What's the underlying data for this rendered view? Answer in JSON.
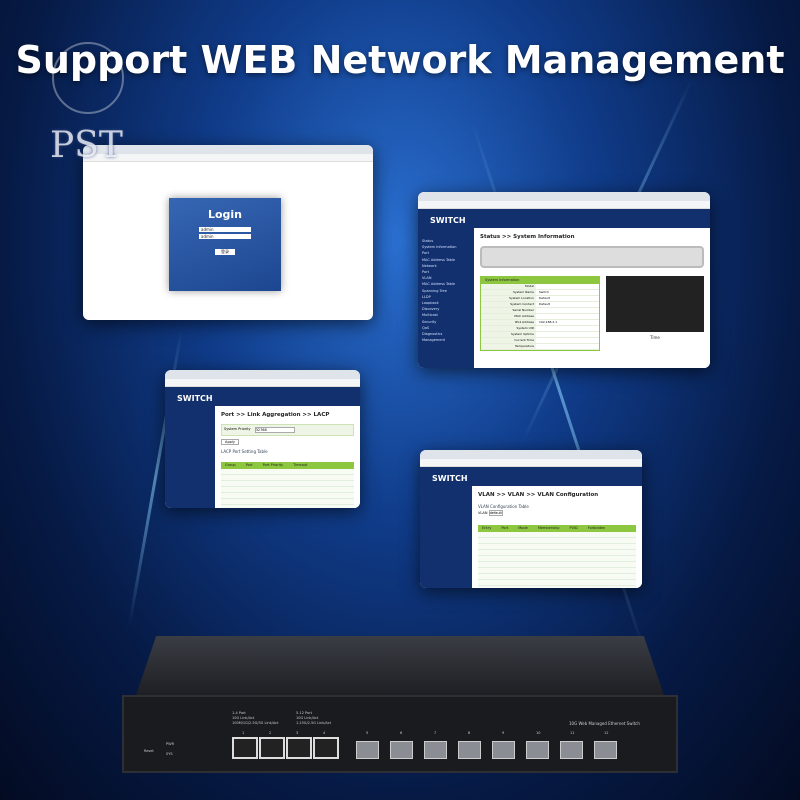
{
  "headline": "Support WEB Network Management",
  "watermark": "PST",
  "login_window": {
    "title": "Login",
    "username": "admin",
    "password": "admin",
    "button": "登录"
  },
  "system_window": {
    "brand": "SWITCH",
    "breadcrumb": "Status >> System Information",
    "panel_title": "System Information",
    "fields": [
      "Model",
      "System Name",
      "System Location",
      "System Contact",
      "Serial Number",
      "MAC Address",
      "IPv4 Address",
      "System UID",
      "System Uptime",
      "Current Time",
      "Temperature"
    ],
    "values": [
      "",
      "Switch",
      "Default",
      "Default",
      "",
      "",
      "192.168.2.1",
      "",
      "",
      "",
      ""
    ],
    "sidebar": [
      "Status",
      "System Information",
      "Port",
      "MAC Address Table",
      "Network",
      "Port",
      "VLAN",
      "MAC Address Table",
      "Spanning Tree",
      "LLDP",
      "Loopback",
      "Discovery",
      "Multicast",
      "Security",
      "QoS",
      "Diagnostics",
      "Management"
    ],
    "chart_xlabel": "Time"
  },
  "lacp_window": {
    "brand": "SWITCH",
    "breadcrumb": "Port >> Link Aggregation >> LACP",
    "system_priority_label": "System Priority",
    "system_priority": "32768",
    "apply": "Apply",
    "table_title": "LACP Port Setting Table",
    "columns": [
      "Group",
      "Port",
      "Port Priority",
      "Timeout"
    ]
  },
  "vlan_window": {
    "brand": "SWITCH",
    "breadcrumb": "VLAN >> VLAN >> VLAN Configuration",
    "table_title": "VLAN Configuration Table",
    "vlan_label": "VLAN",
    "vlan_value": "default",
    "columns": [
      "Entry",
      "Port",
      "Mode",
      "Membership",
      "PVID",
      "Forbidden"
    ]
  },
  "device": {
    "model": "10G Web Managed Ethernet Switch",
    "reset": "Reset",
    "pwr": "PWR",
    "sys": "SYS",
    "legend_a_title": "1-4 Port",
    "legend_a": [
      "10G Link/Act",
      "100M/1G/2.5G/5G Link/Act"
    ],
    "legend_b_title": "5-12 Port",
    "legend_b": [
      "10G Link/Act",
      "1.25G/2.5G Link/Act"
    ],
    "ports": [
      "1",
      "2",
      "3",
      "4",
      "5",
      "6",
      "7",
      "8",
      "9",
      "10",
      "11",
      "12"
    ]
  },
  "colors": {
    "accent_green": "#8dc63f",
    "switch_navy": "#13306e"
  }
}
